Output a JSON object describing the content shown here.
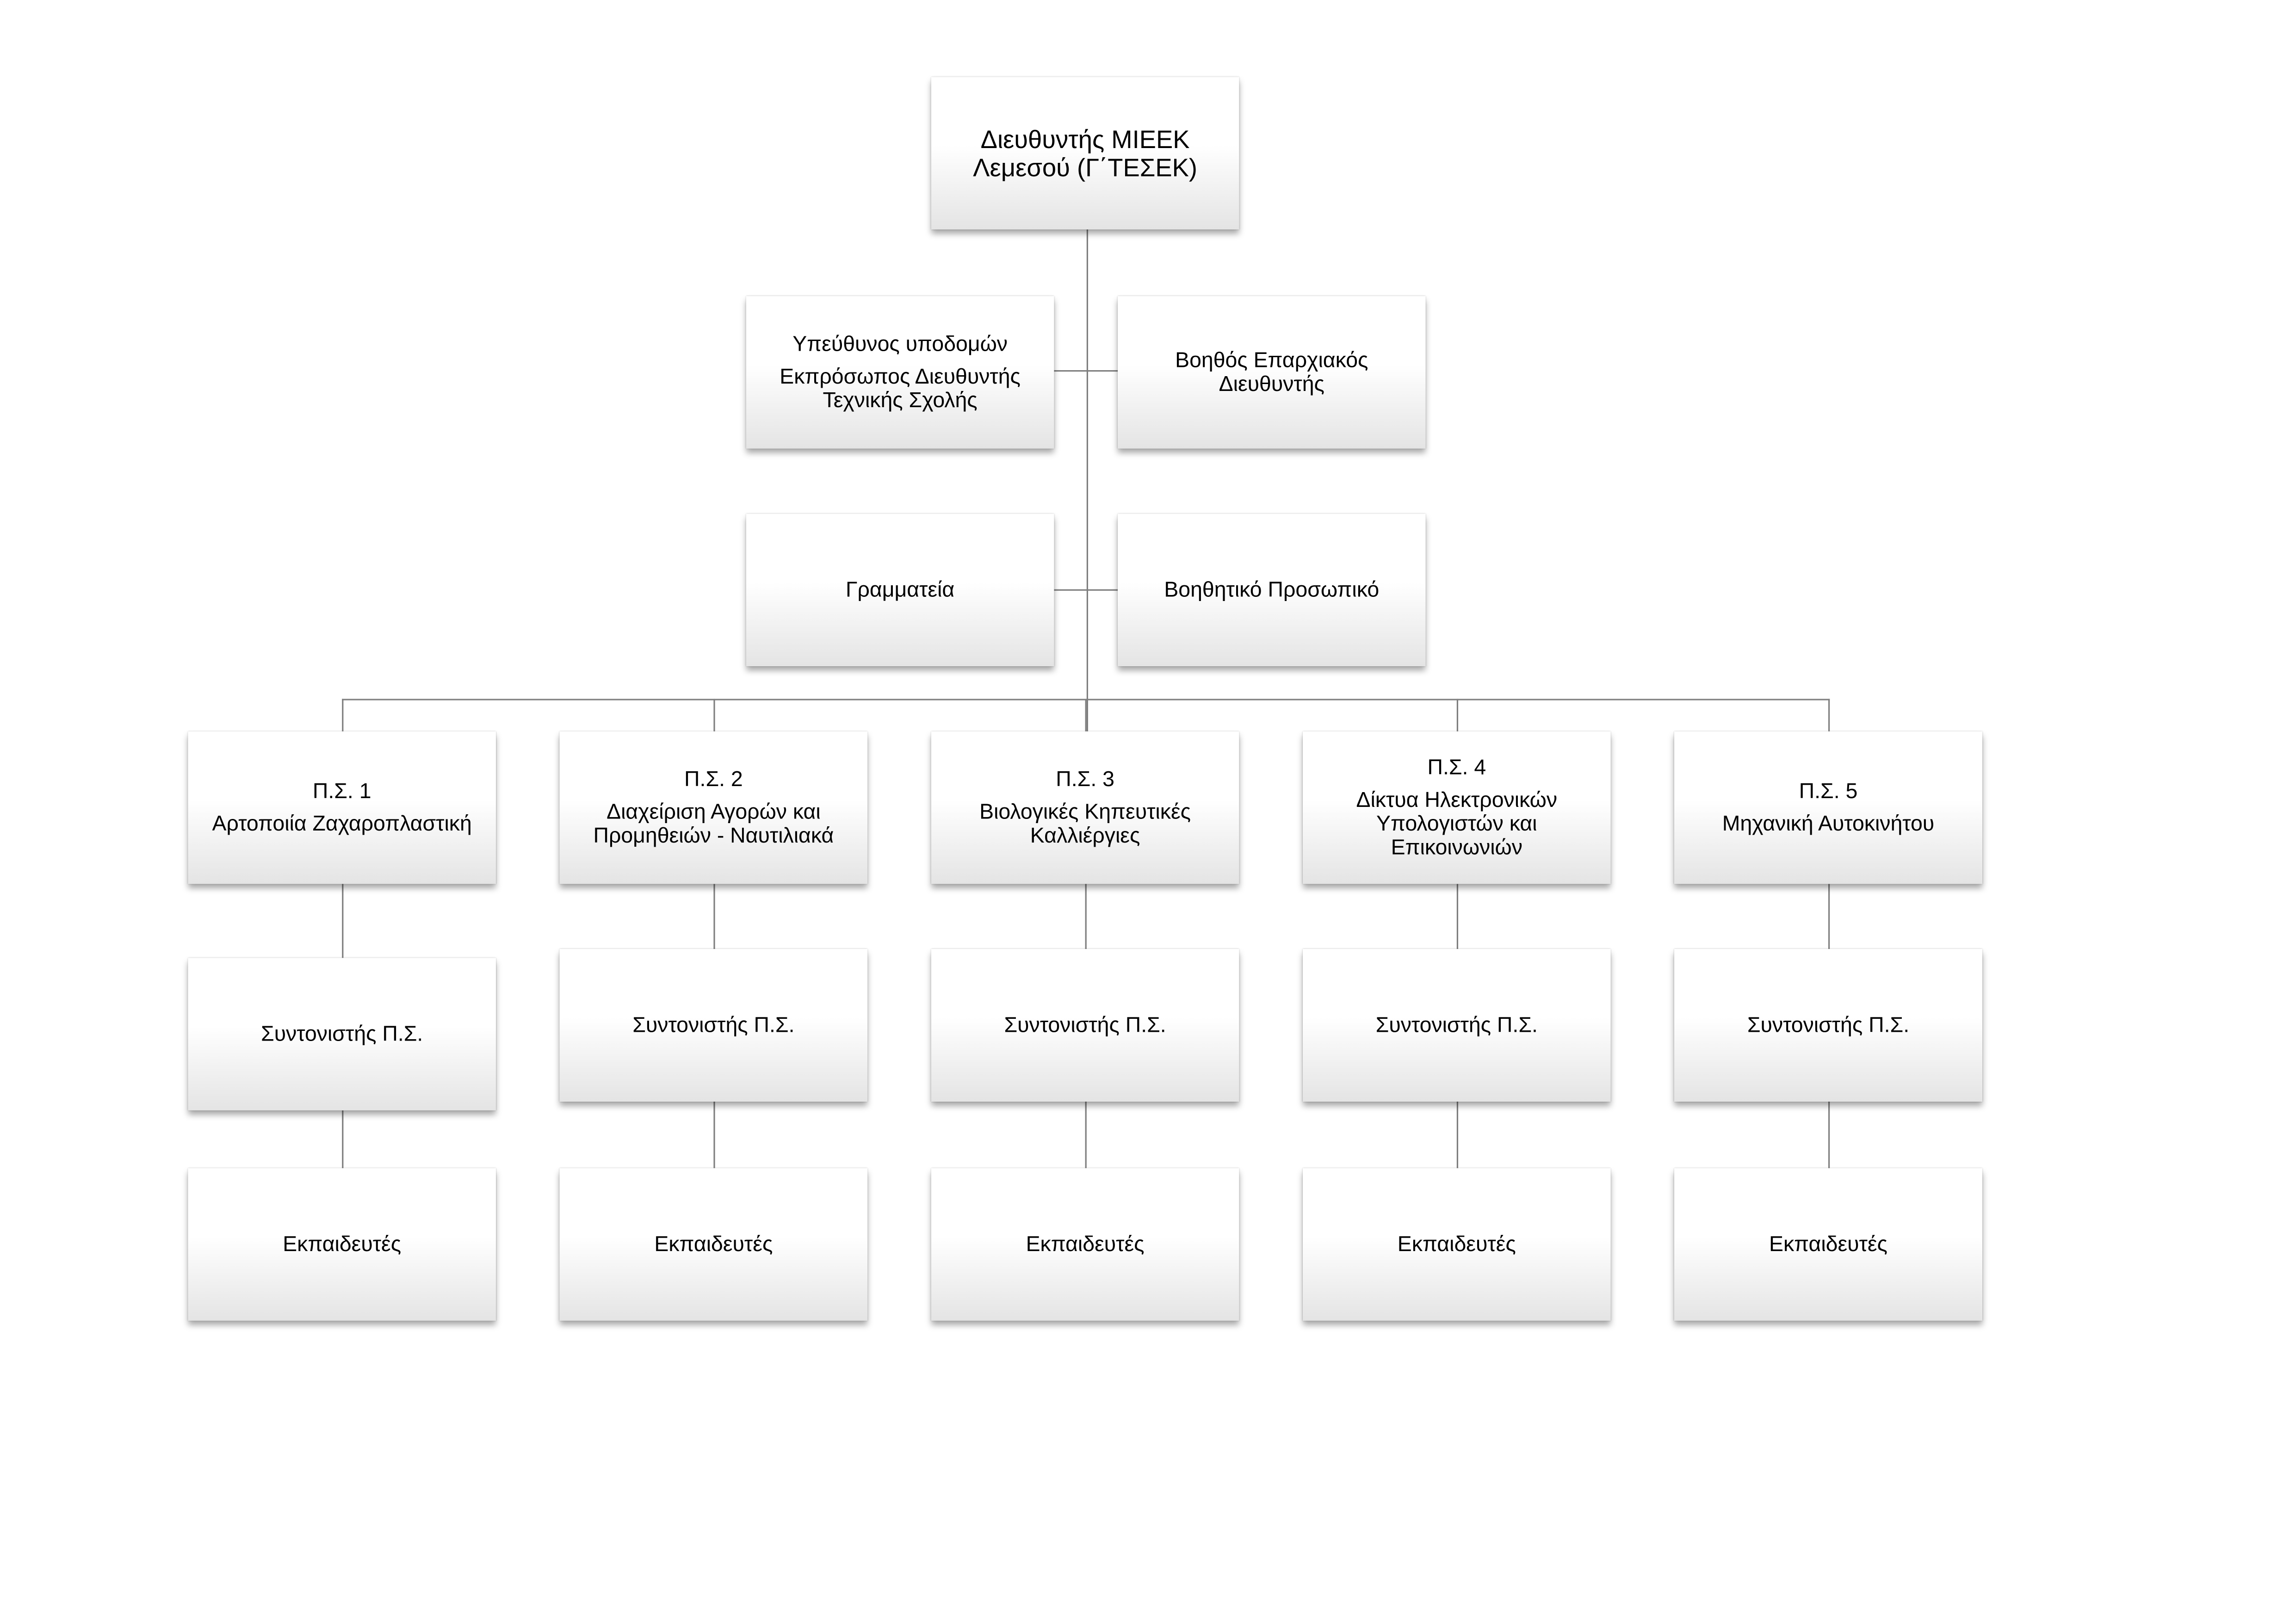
{
  "director": {
    "line1": "Διευθυντής ΜΙΕΕΚ",
    "line2": "Λεμεσού (Γ΄ΤΕΣΕΚ)"
  },
  "infrastructure": {
    "line1": "Υπεύθυνος υποδομών",
    "line2": "Εκπρόσωπος Διευθυντής",
    "line3": "Τεχνικής Σχολής"
  },
  "assistant_director": {
    "line1": "Βοηθός Επαρχιακός",
    "line2": "Διευθυντής"
  },
  "secretariat": {
    "label": "Γραμματεία"
  },
  "auxiliary_staff": {
    "label": "Βοηθητικό Προσωπικό"
  },
  "programs": [
    {
      "code": "Π.Σ. 1",
      "lines": [
        "Αρτοποιία Ζαχαροπλαστική"
      ],
      "coordinator": "Συντονιστής Π.Σ.",
      "trainers": "Εκπαιδευτές"
    },
    {
      "code": "Π.Σ. 2",
      "lines": [
        "Διαχείριση Αγορών και",
        "Προμηθειών - Ναυτιλιακά"
      ],
      "coordinator": "Συντονιστής Π.Σ.",
      "trainers": "Εκπαιδευτές"
    },
    {
      "code": "Π.Σ. 3",
      "lines": [
        "Βιολογικές Κηπευτικές",
        "Καλλιέργιες"
      ],
      "coordinator": "Συντονιστής Π.Σ.",
      "trainers": "Εκπαιδευτές"
    },
    {
      "code": "Π.Σ. 4",
      "lines": [
        "Δίκτυα Ηλεκτρονικών",
        "Υπολογιστών και",
        "Επικοινωνιών"
      ],
      "coordinator": "Συντονιστής Π.Σ.",
      "trainers": "Εκπαιδευτές"
    },
    {
      "code": "Π.Σ. 5",
      "lines": [
        "Μηχανική Αυτοκινήτου"
      ],
      "coordinator": "Συντονιστής Π.Σ.",
      "trainers": "Εκπαιδευτές"
    }
  ]
}
